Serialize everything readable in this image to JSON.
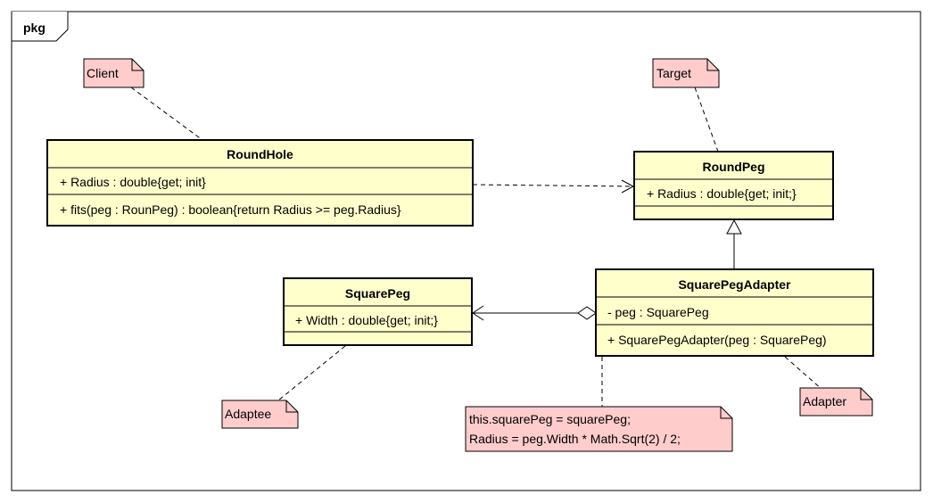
{
  "frame": {
    "label": "pkg"
  },
  "colors": {
    "class_fill": "#FFFFCC",
    "note_fill": "#FFCCCC",
    "stroke": "#000000"
  },
  "classes": {
    "round_hole": {
      "name": "RoundHole",
      "attributes": [
        "+ Radius : double{get; init}"
      ],
      "operations": [
        "+ fits(peg : RounPeg) : boolean{return Radius >= peg.Radius}"
      ]
    },
    "round_peg": {
      "name": "RoundPeg",
      "attributes": [
        "+ Radius : double{get; init;}"
      ]
    },
    "square_peg": {
      "name": "SquarePeg",
      "attributes": [
        "+ Width : double{get; init;}"
      ]
    },
    "square_peg_adapter": {
      "name": "SquarePegAdapter",
      "attributes": [
        "- peg : SquarePeg"
      ],
      "operations": [
        "+ SquarePegAdapter(peg : SquarePeg)"
      ]
    }
  },
  "notes": {
    "client": "Client",
    "target": "Target",
    "adaptee": "Adaptee",
    "adapter": "Adapter",
    "constructor_body": [
      "this.squarePeg = squarePeg;",
      "Radius = peg.Width * Math.Sqrt(2) / 2;"
    ]
  }
}
